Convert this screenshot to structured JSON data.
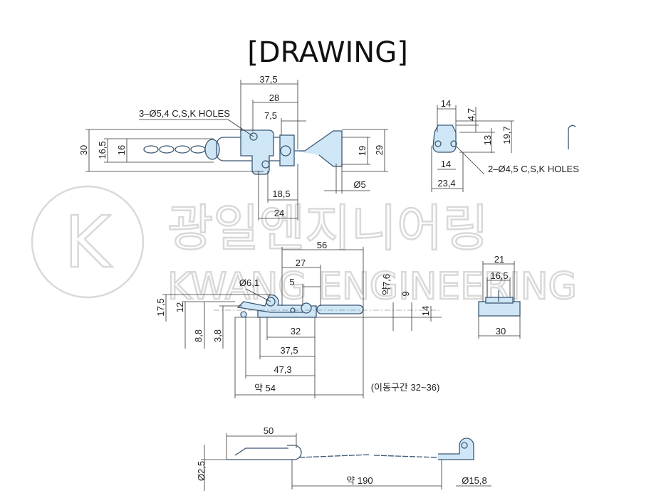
{
  "title": "[DRAWING]",
  "watermark": {
    "korean": "광일엔지니어링",
    "english": "KWANG ENGINEERING",
    "logo_letter": "K"
  },
  "colors": {
    "part_fill": "#cfe6f7",
    "part_outline": "#3b5873",
    "dimension": "#222222",
    "watermark": "#d9d9d9"
  },
  "top_view": {
    "dims": {
      "w37_5": "37,5",
      "w28": "28",
      "w7_5": "7,5",
      "holes": "3–Ø5,4 C,S,K HOLES",
      "h30": "30",
      "h16_5": "16,5",
      "h16": "16",
      "h19": "19",
      "h29": "29",
      "d5": "Ø5",
      "w18_5": "18,5",
      "w24": "24"
    }
  },
  "end_view": {
    "dims": {
      "w14_top": "14",
      "h4_7": "4,7",
      "h13": "13",
      "h19_7": "19,7",
      "w14_bottom": "14",
      "holes": "2–Ø4,5 C,S,K HOLES",
      "w23_4": "23,4"
    }
  },
  "side_view": {
    "dims": {
      "w56": "56",
      "w27": "27",
      "w5": "5",
      "d6_1": "Ø6,1",
      "h7_6": "약7,6",
      "h9": "9",
      "h14": "14",
      "h17_5": "17,5",
      "h12": "12",
      "h8_8": "8,8",
      "h3_8": "3,8",
      "w32": "32",
      "w37_5": "37,5",
      "w47_3": "47,3",
      "w54": "약 54",
      "travel": "(이동구간 32~36)"
    }
  },
  "front_view": {
    "dims": {
      "w21": "21",
      "w16_5": "16,5",
      "w30": "30"
    }
  },
  "pin_view": {
    "dims": {
      "w50": "50",
      "d2_5": "Ø2,5",
      "l190": "약 190",
      "d15_8": "Ø15,8"
    }
  }
}
